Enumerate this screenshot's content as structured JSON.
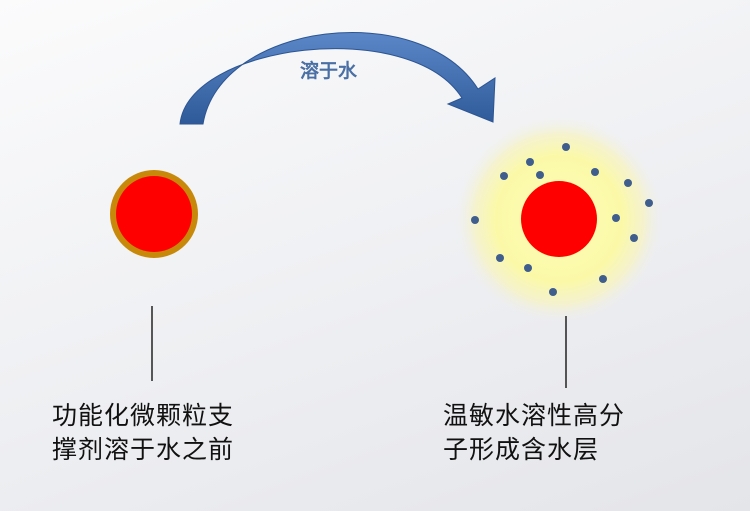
{
  "arrow": {
    "label": "溶于水"
  },
  "left_particle": {
    "caption_lines": [
      "功能化微颗粒支",
      "撑剂溶于水之前"
    ],
    "core_color": "#ff0000",
    "shell_color": "#c8890a"
  },
  "right_particle": {
    "caption_lines": [
      "温敏水溶性高分",
      "子形成含水层"
    ],
    "core_color": "#ff0000",
    "halo_color": "#fafab0",
    "dot_color": "#3f5e8e",
    "dot_count": 14
  },
  "colors": {
    "arrow": "#3f6db0",
    "leader_line": "#222222"
  }
}
